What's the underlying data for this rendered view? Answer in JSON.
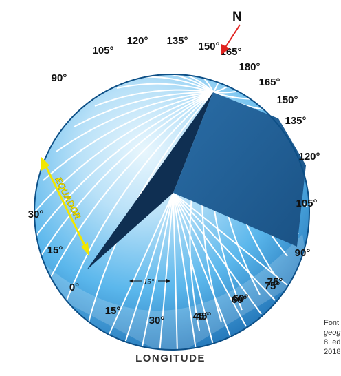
{
  "caption": "LONGITUDE",
  "north_label": "N",
  "equator_label": "EQUADOR",
  "spacing_label": "15°",
  "source": {
    "line1": "Font",
    "line2": "geog",
    "line3": "8. ed",
    "line4": "2018"
  },
  "left_degrees": [
    "0°",
    "15°",
    "30°",
    "45°",
    "60°",
    "75°",
    "90°",
    "105°",
    "120°",
    "135°",
    "150°"
  ],
  "right_degrees": [
    "165°",
    "180°",
    "165°",
    "150°",
    "135°",
    "120°",
    "105°",
    "90°",
    "75°",
    "60°",
    "45°",
    "30°",
    "15°"
  ],
  "colors": {
    "globe_light": "#cfe9fa",
    "globe_mid": "#5bb7ec",
    "globe_dark": "#1d6fb3",
    "wedge_right": "#1e5d94",
    "wedge_left": "#0f2f52",
    "equator_arrow": "#f2e600",
    "north_arrow": "#e0231f"
  },
  "icons": {
    "north_arrow": "arrow-down-left-icon",
    "equator_arrows": "double-arrow-icon"
  }
}
